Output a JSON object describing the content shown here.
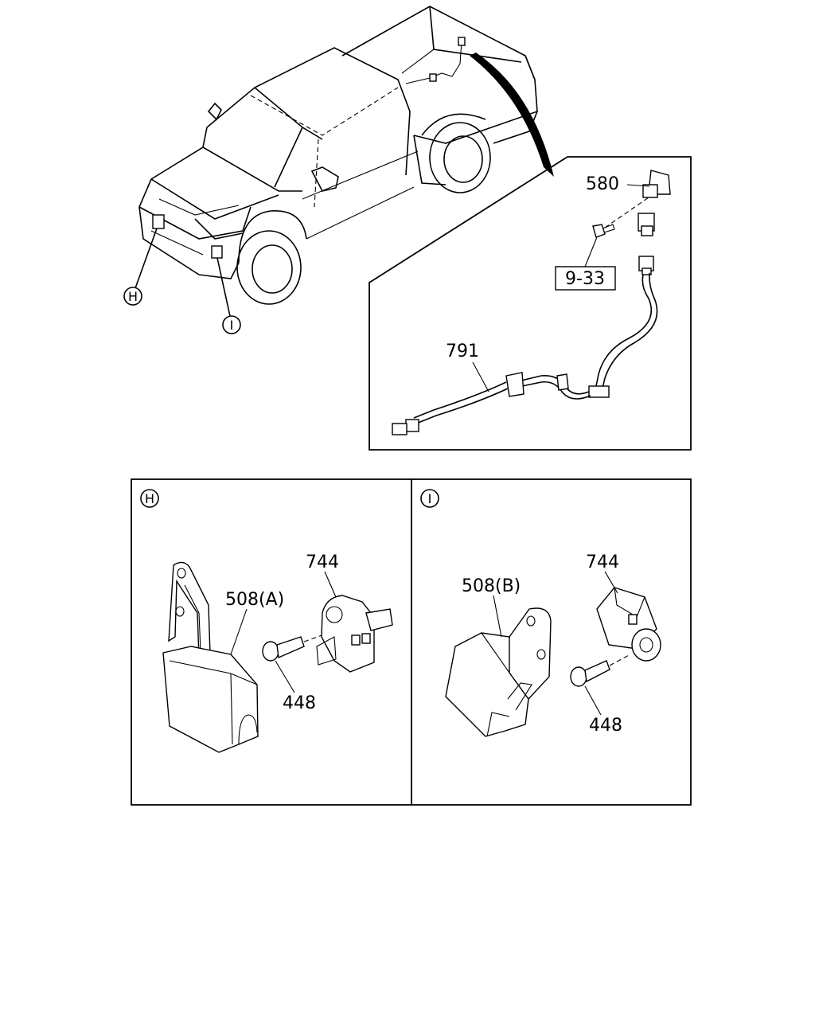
{
  "callouts": {
    "vehicle_h": "H",
    "vehicle_i": "I",
    "panel_h": "H",
    "panel_i": "I"
  },
  "labels": {
    "p580": "580",
    "p9_33": "9-33",
    "p791": "791",
    "h_744": "744",
    "h_508": "508(A)",
    "h_448": "448",
    "i_744": "744",
    "i_508": "508(B)",
    "i_448": "448"
  }
}
